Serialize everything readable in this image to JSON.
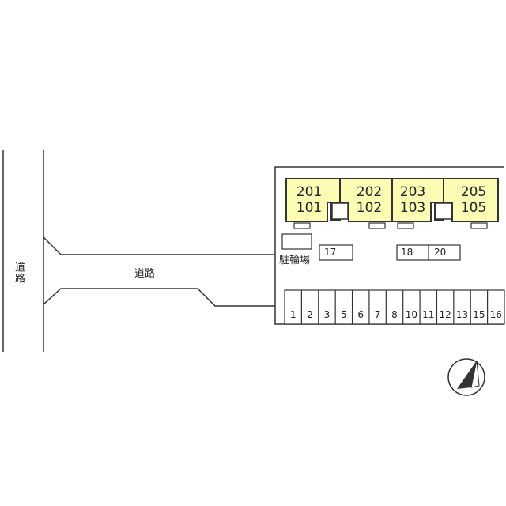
{
  "colors": {
    "unit_fill": "#fcfcb4",
    "line": "#333333",
    "background": "#ffffff"
  },
  "roads": {
    "left_label": "道路",
    "main_label": "道路"
  },
  "units": [
    {
      "upper": "201",
      "lower": "101"
    },
    {
      "upper": "202",
      "lower": "102"
    },
    {
      "upper": "203",
      "lower": "103"
    },
    {
      "upper": "205",
      "lower": "105"
    }
  ],
  "bicycle_parking": {
    "label": "駐輪場"
  },
  "spaces_top": [
    "17",
    "18",
    "20"
  ],
  "spaces_bottom": [
    "1",
    "2",
    "3",
    "5",
    "6",
    "7",
    "8",
    "10",
    "11",
    "12",
    "13",
    "15",
    "16"
  ],
  "compass": {
    "icon": "north-arrow-icon"
  }
}
